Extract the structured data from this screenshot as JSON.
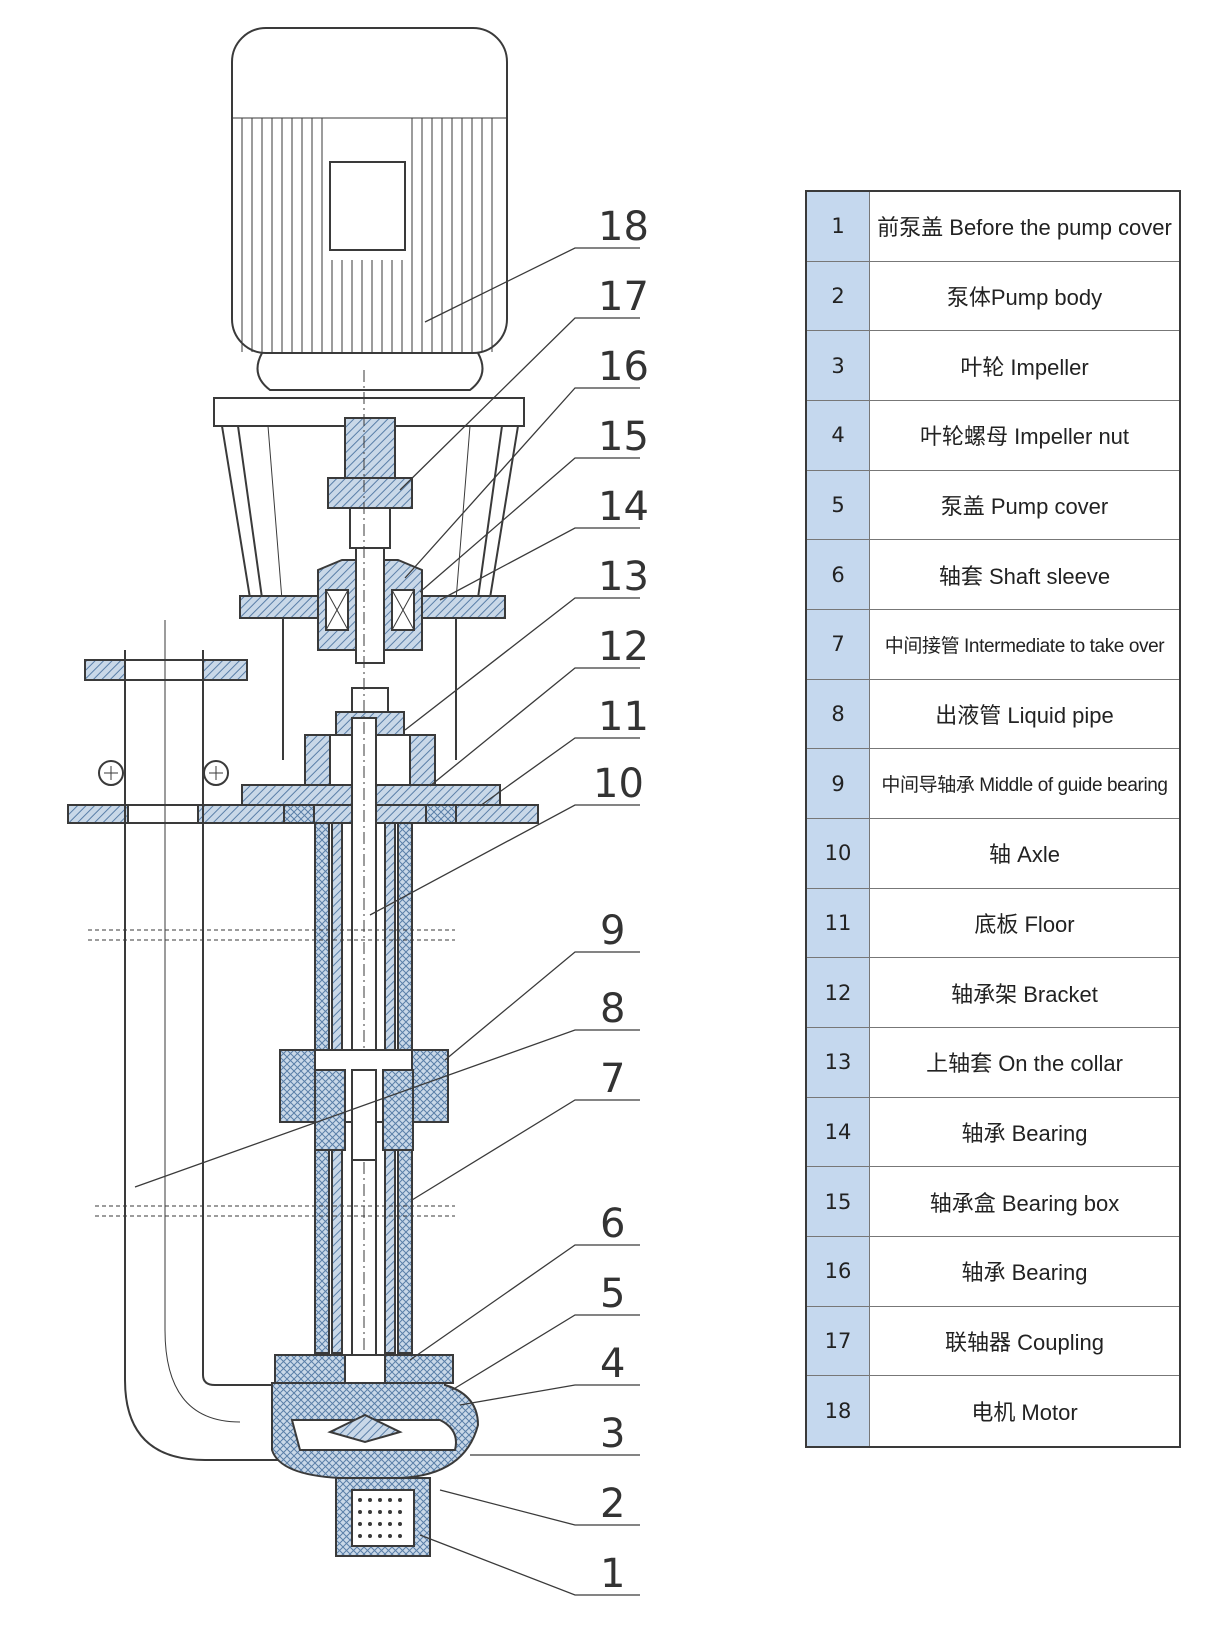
{
  "colors": {
    "number_column": "#c5d8ee",
    "hatch": "#5a7fa8",
    "line": "#3a3a3a",
    "table_border": "#3a3a3a"
  },
  "callouts": [
    "18",
    "17",
    "16",
    "15",
    "14",
    "13",
    "12",
    "11",
    "10",
    "9",
    "8",
    "7",
    "6",
    "5",
    "4",
    "3",
    "2",
    "1"
  ],
  "parts": [
    {
      "no": "1",
      "name": "前泵盖 Before the pump cover"
    },
    {
      "no": "2",
      "name": "泵体Pump body"
    },
    {
      "no": "3",
      "name": "叶轮 Impeller"
    },
    {
      "no": "4",
      "name": "叶轮螺母 Impeller nut"
    },
    {
      "no": "5",
      "name": "泵盖 Pump cover"
    },
    {
      "no": "6",
      "name": "轴套 Shaft sleeve"
    },
    {
      "no": "7",
      "name": "中间接管 Intermediate to take over"
    },
    {
      "no": "8",
      "name": "出液管 Liquid pipe"
    },
    {
      "no": "9",
      "name": "中间导轴承 Middle of guide bearing"
    },
    {
      "no": "10",
      "name": "轴 Axle"
    },
    {
      "no": "11",
      "name": "底板 Floor"
    },
    {
      "no": "12",
      "name": "轴承架 Bracket"
    },
    {
      "no": "13",
      "name": "上轴套 On the collar"
    },
    {
      "no": "14",
      "name": "轴承 Bearing"
    },
    {
      "no": "15",
      "name": "轴承盒 Bearing box"
    },
    {
      "no": "16",
      "name": "轴承 Bearing"
    },
    {
      "no": "17",
      "name": "联轴器 Coupling"
    },
    {
      "no": "18",
      "name": "电机 Motor"
    }
  ]
}
